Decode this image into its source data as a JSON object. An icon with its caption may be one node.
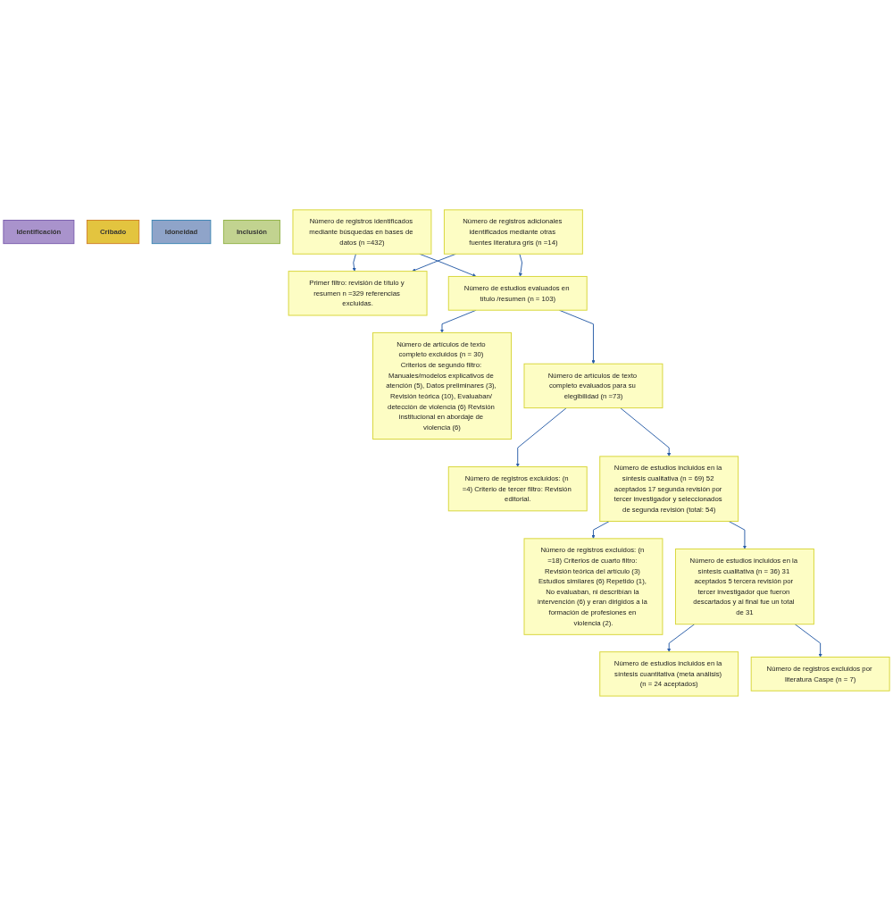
{
  "diagram": {
    "nodes": [
      {
        "text": [
          "Identificación"
        ]
      },
      {
        "text": [
          "Número de registros identificados mediante búsquedas en bases de datos (n =432)"
        ]
      },
      {
        "text": [
          "Número de registros adicionales identificados mediante otras fuentes literatura gris (n =14)"
        ]
      },
      {
        "text": [
          "Primer filtro: revisión de título y resumen n =329 referencias excluidas."
        ]
      },
      {
        "text": [
          "Número de estudios evaluados en título /resumen (n = 103)"
        ]
      },
      {
        "text": [
          "Cribado"
        ]
      },
      {
        "text": [
          "Número de artículos de texto completo excluidos (n = 30) Criterios de segundo filtro: Manuales/modelos explicativos de atención (5), Datos preliminares (3), Revisión teórica (10), Evaluaban/ detección de violencia (6) Revisión institucional en abordaje de violencia (6)"
        ]
      },
      {
        "text": [
          "Número de artículos de texto completo evaluados para su elegibilidad (n =73)"
        ]
      },
      {
        "text": [
          "Número de registros excluidos: (n =4) Criterio de tercer filtro: Revisión editorial."
        ]
      },
      {
        "text": [
          "Idoneidad"
        ]
      },
      {
        "text": [
          "Número de estudios incluidos en la síntesis cualitativa (n = 69) 52 aceptados 17 segunda revisión por tercer investigador y seleccionados de segunda revisión (total: 54)"
        ]
      },
      {
        "text": [
          "Número de registros excluidos: (n =18) Criterios de cuarto filtro: Revisión teórica del artículo (3) Estudios similares (6) Repetido (1), No evaluaban, ni describían la intervención (6) y eran dirigidos a la formación de profesiones en violencia (2)."
        ]
      },
      {
        "text": [
          "Número de estudios incluidos en la síntesis cualitativa (n = 36) 31 aceptados 5 tercera revisión por tercer investigador que fueron descartados y al final fue un total de 31"
        ]
      },
      {
        "text": [
          "Inclusión"
        ]
      },
      {
        "text": [
          "Número de registros excluidos por literatura Caspe (n = 7)"
        ]
      },
      {
        "text": [
          "Número de estudios incluidos en la síntesis cuantitativa (meta análisis) (n = 24 aceptados)"
        ]
      }
    ],
    "edges": [
      {
        "from": 1,
        "to": 4,
        "arrow": "to"
      },
      {
        "from": 2,
        "to": 4,
        "arrow": "to"
      },
      {
        "from": 1,
        "to": 3,
        "arrow": "to"
      },
      {
        "from": 2,
        "to": 3,
        "arrow": "to"
      },
      {
        "from": 4,
        "to": 7,
        "arrow": "to"
      },
      {
        "from": 4,
        "to": 6,
        "arrow": "to"
      },
      {
        "from": 7,
        "to": 10,
        "arrow": "to"
      },
      {
        "from": 7,
        "to": 8,
        "arrow": "to"
      },
      {
        "from": 10,
        "to": 12,
        "arrow": "to"
      },
      {
        "from": 10,
        "to": 11,
        "arrow": "to"
      },
      {
        "from": 12,
        "to": 15,
        "arrow": "to"
      },
      {
        "from": 12,
        "to": 14,
        "arrow": "to"
      }
    ]
  }
}
